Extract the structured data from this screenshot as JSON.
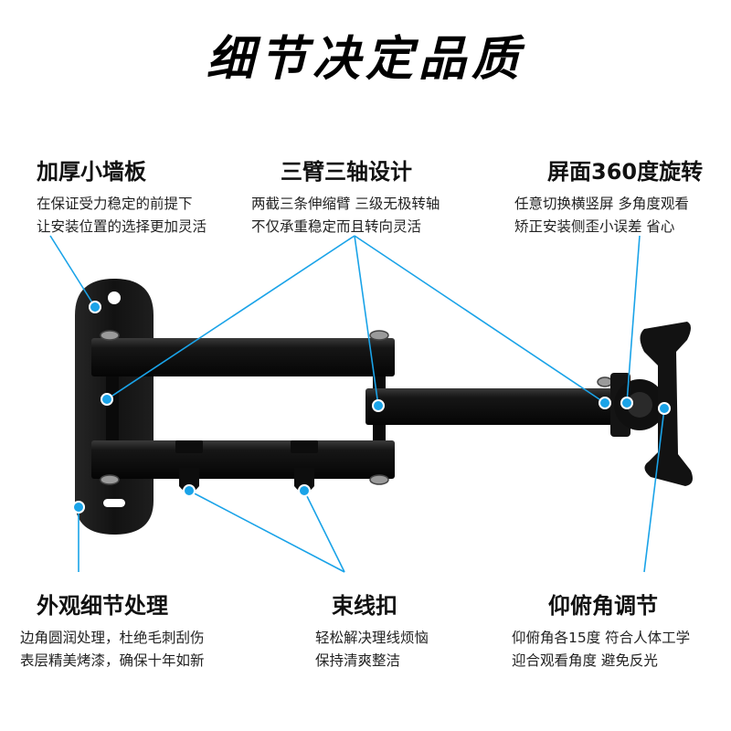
{
  "title": "细节决定品质",
  "colors": {
    "accent": "#1aa3e8",
    "metal": "#141414",
    "text": "#111111"
  },
  "features": {
    "wall_plate": {
      "heading": "加厚小墙板",
      "line1": "在保证受力稳定的前提下",
      "line2": "让安装位置的选择更加灵活"
    },
    "arms": {
      "heading": "三臂三轴设计",
      "line1": "两截三条伸缩臂 三级无极转轴",
      "line2": "不仅承重稳定而且转向灵活"
    },
    "rotation": {
      "heading": "屏面360度旋转",
      "line1": "任意切换横竖屏 多角度观看",
      "line2": "矫正安装侧歪小误差 省心"
    },
    "finish": {
      "heading": "外观细节处理",
      "line1": "边角圆润处理，杜绝毛刺刮伤",
      "line2": "表层精美烤漆，确保十年如新"
    },
    "cable_clip": {
      "heading": "束线扣",
      "line1": "轻松解决理线烦恼",
      "line2": "保持清爽整洁"
    },
    "tilt": {
      "heading": "仰俯角调节",
      "line1": "仰俯角各15度 符合人体工学",
      "line2": "迎合观看角度 避免反光"
    }
  }
}
